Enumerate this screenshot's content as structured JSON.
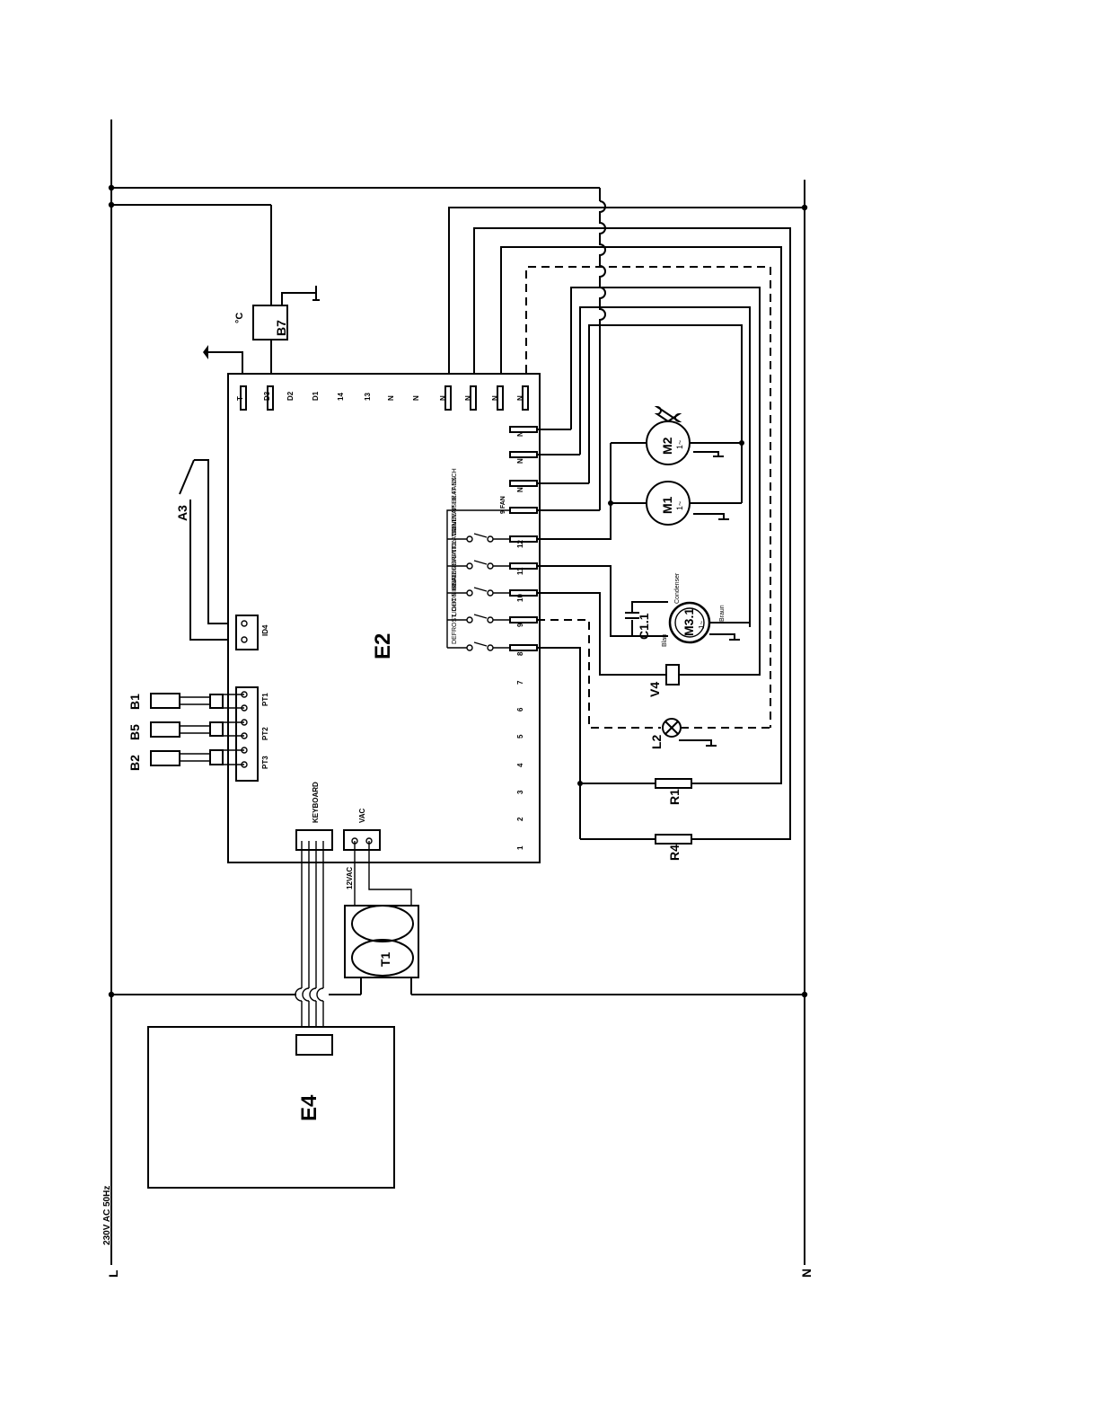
{
  "supply": {
    "L": "L",
    "N": "N",
    "rating": "230V AC 50Hz"
  },
  "boards": {
    "main": "E2",
    "display": "E4"
  },
  "top_terminals": [
    "T",
    "D3",
    "D2",
    "D1",
    "14",
    "13",
    "N",
    "N",
    "N",
    "N",
    "N",
    "N"
  ],
  "right_n_terminals": [
    "N",
    "N",
    "N"
  ],
  "outputs": [
    "9 FAN",
    "12",
    "11",
    "10",
    "9",
    "8",
    "7",
    "6",
    "5",
    "4",
    "3",
    "2",
    "1"
  ],
  "relay_notes": [
    "CONDENSER FANS",
    "VENTILATOR EVAP HEAT EXCH",
    "REFRIGERATION VALVE",
    "LIGHT SIGNAL",
    "DEFROST, DOOR HEATERS"
  ],
  "connectors": {
    "keyboard": "KEYBOARD",
    "vac": "VAC",
    "di4": "ID4",
    "pt1": "PT1",
    "pt2": "PT2",
    "pt3": "PT3"
  },
  "components": {
    "A3": "A3",
    "B1": "B1",
    "B5": "B5",
    "B2": "B2",
    "B7": "B7",
    "B7_unit": "°C",
    "T1": "T1",
    "T1_voltage": "12VAC",
    "M1": "M1",
    "M1_sub": "1~",
    "M2": "M2",
    "M2_sub": "1~",
    "M3": "M3.1",
    "M3_sub": "1~",
    "C1": "C1.1",
    "V4": "V4",
    "L2": "L2",
    "R1": "R1",
    "R4": "R4"
  },
  "motor_notes": {
    "m3_a": "Condenser",
    "m3_b": "Blau",
    "m3_c": "Braun"
  }
}
